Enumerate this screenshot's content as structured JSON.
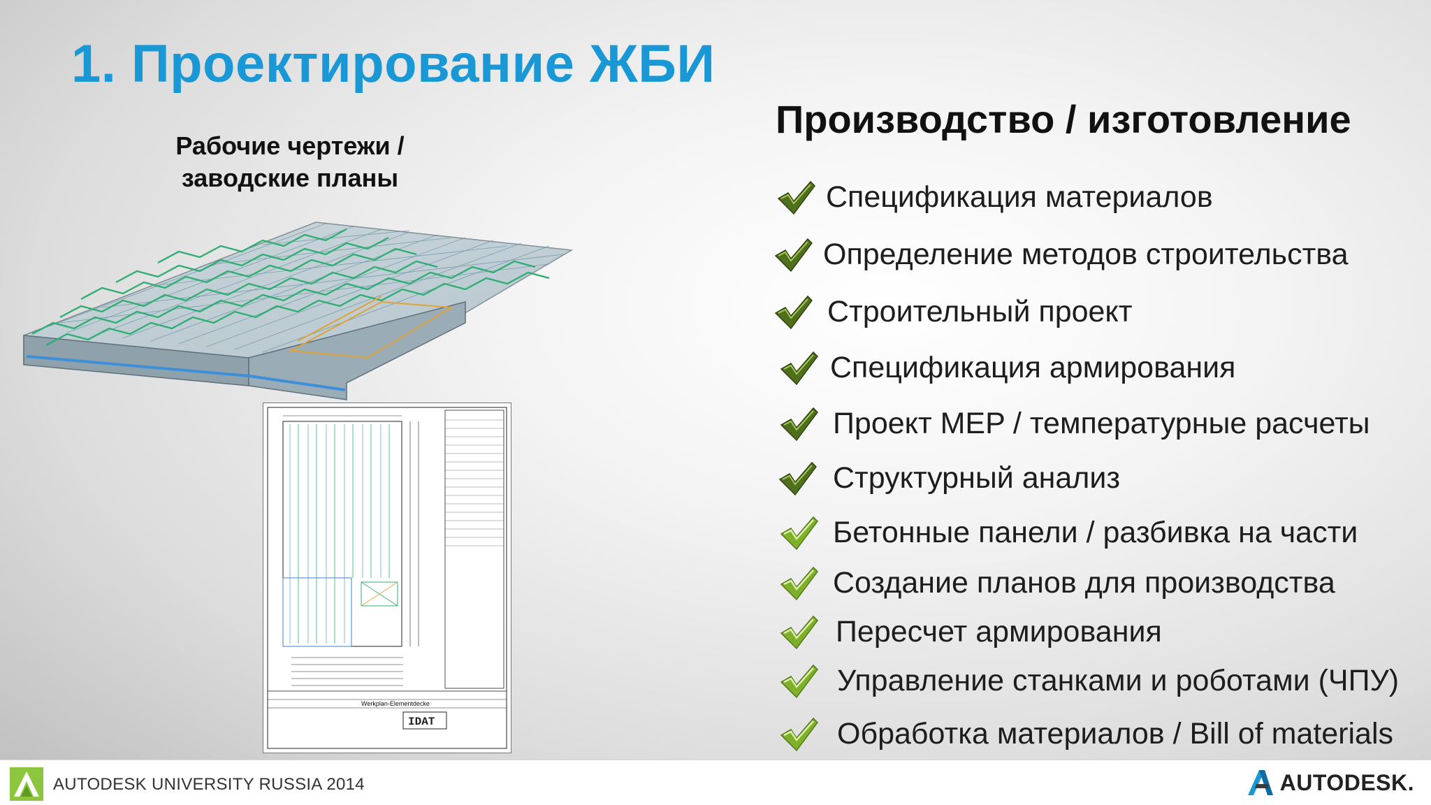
{
  "slide": {
    "title": "1. Проектирование ЖБИ",
    "left_caption_line1": "Рабочие чертежи /",
    "left_caption_line2": "заводские планы",
    "right_heading": "Производство / изготовление"
  },
  "checklist": [
    {
      "label": "Спецификация материалов",
      "style": "dark"
    },
    {
      "label": "Определение методов строительства",
      "style": "dark"
    },
    {
      "label": "Строительный проект",
      "style": "dark"
    },
    {
      "label": "Спецификация армирования",
      "style": "dark"
    },
    {
      "label": "Проект MEP / температурные расчеты",
      "style": "dark"
    },
    {
      "label": "Структурный анализ",
      "style": "dark"
    },
    {
      "label": "Бетонные панели / разбивка на части",
      "style": "light"
    },
    {
      "label": "Создание планов для производства",
      "style": "light"
    },
    {
      "label": "Пересчет армирования",
      "style": "light"
    },
    {
      "label": "Управление станками и роботами (ЧПУ)",
      "style": "light"
    },
    {
      "label": "Обработка материалов / Bill of materials",
      "style": "light"
    }
  ],
  "drawing_sheet": {
    "title_block": "Werkplan-Elementdecke",
    "logo": "IDAT"
  },
  "footer": {
    "event_prefix": "AUTODESK",
    "event_name": "UNIVERSITY RUSSIA 2014",
    "brand": "AUTODESK."
  },
  "colors": {
    "title": "#1a97d5",
    "check_dark": "#4f6f1c",
    "check_light": "#7fb02a",
    "rebar": "#2fae73"
  }
}
